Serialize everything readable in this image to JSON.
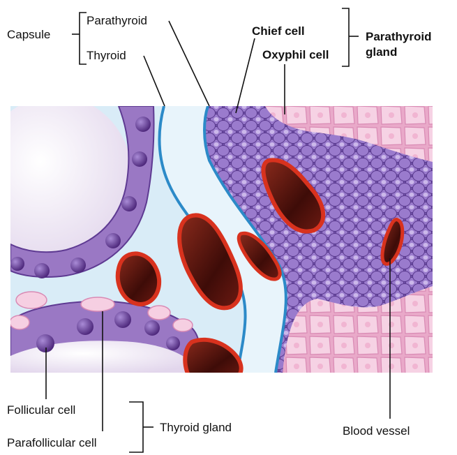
{
  "labels": {
    "capsule": "Capsule",
    "parathyroid": "Parathyroid",
    "thyroid": "Thyroid",
    "chief_cell": "Chief cell",
    "oxyphil_cell": "Oxyphil cell",
    "parathyroid_gland_line1": "Parathyroid",
    "parathyroid_gland_line2": "gland",
    "follicular_cell": "Follicular cell",
    "parafollicular_cell": "Parafollicular cell",
    "thyroid_gland": "Thyroid gland",
    "blood_vessel": "Blood vessel"
  },
  "colors": {
    "capsule_fill": "#d7ebf6",
    "capsule_line": "#2c8ac8",
    "colloid": "#efe9f4",
    "follicular_cell": "#9a78c4",
    "follicular_nucleus": "#6b3f9e",
    "chief_cell": "#8c6cc0",
    "oxyphil_cell": "#f3c6dd",
    "vessel_wall": "#d8321e",
    "vessel_lumen": "#5a1410"
  }
}
